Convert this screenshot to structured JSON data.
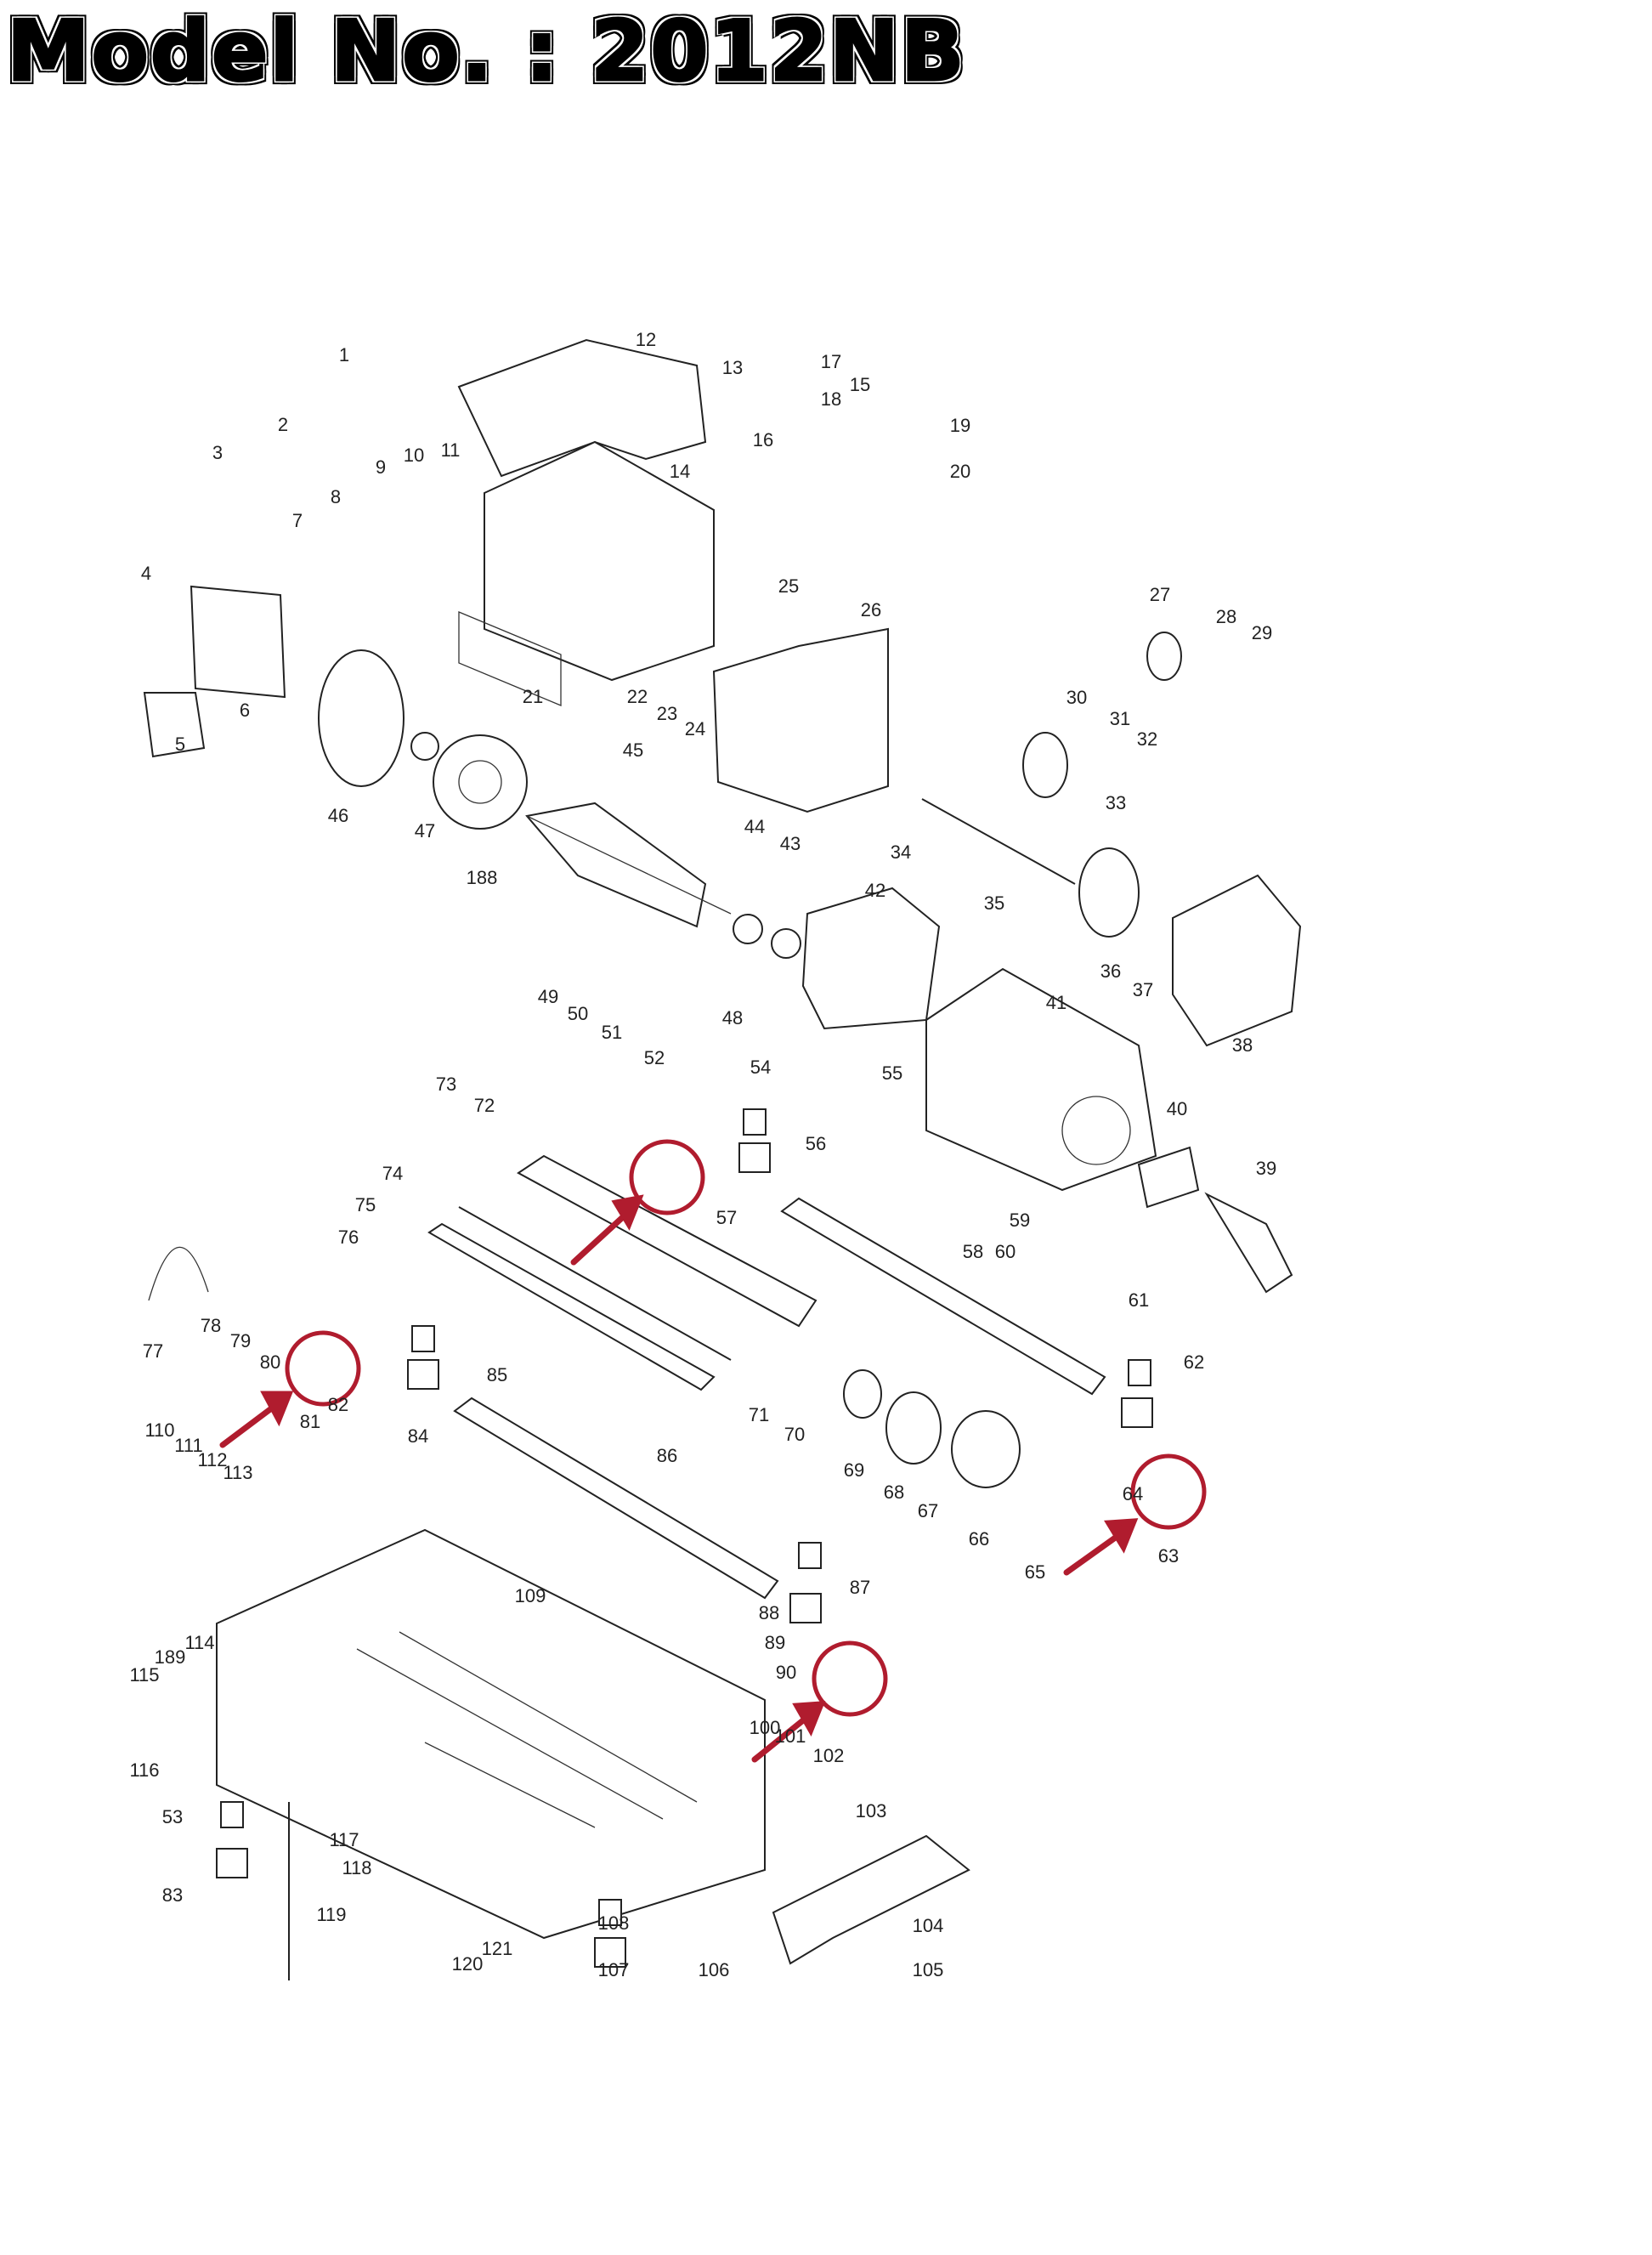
{
  "header": {
    "title": "Model No. : 2012NB"
  },
  "diagram": {
    "kind": "exploded-parts-diagram",
    "highlight_color": "#b01c2e",
    "part_numbers": [
      "1",
      "2",
      "3",
      "4",
      "5",
      "6",
      "7",
      "8",
      "9",
      "10",
      "11",
      "12",
      "13",
      "14",
      "15",
      "16",
      "17",
      "18",
      "19",
      "20",
      "21",
      "22",
      "23",
      "24",
      "25",
      "26",
      "27",
      "28",
      "29",
      "30",
      "31",
      "32",
      "33",
      "34",
      "35",
      "36",
      "37",
      "38",
      "39",
      "40",
      "41",
      "42",
      "43",
      "44",
      "45",
      "46",
      "47",
      "48",
      "49",
      "50",
      "51",
      "52",
      "53",
      "54",
      "55",
      "56",
      "57",
      "58",
      "59",
      "60",
      "61",
      "62",
      "63",
      "64",
      "65",
      "66",
      "67",
      "68",
      "69",
      "70",
      "71",
      "72",
      "73",
      "74",
      "75",
      "76",
      "77",
      "78",
      "79",
      "80",
      "81",
      "82",
      "83",
      "84",
      "85",
      "86",
      "87",
      "88",
      "89",
      "90",
      "100",
      "101",
      "102",
      "103",
      "104",
      "105",
      "106",
      "107",
      "108",
      "109",
      "110",
      "111",
      "112",
      "113",
      "114",
      "115",
      "116",
      "117",
      "118",
      "119",
      "120",
      "121",
      "188",
      "189"
    ],
    "highlighted_parts": [
      "57",
      "81",
      "63",
      "90"
    ]
  }
}
